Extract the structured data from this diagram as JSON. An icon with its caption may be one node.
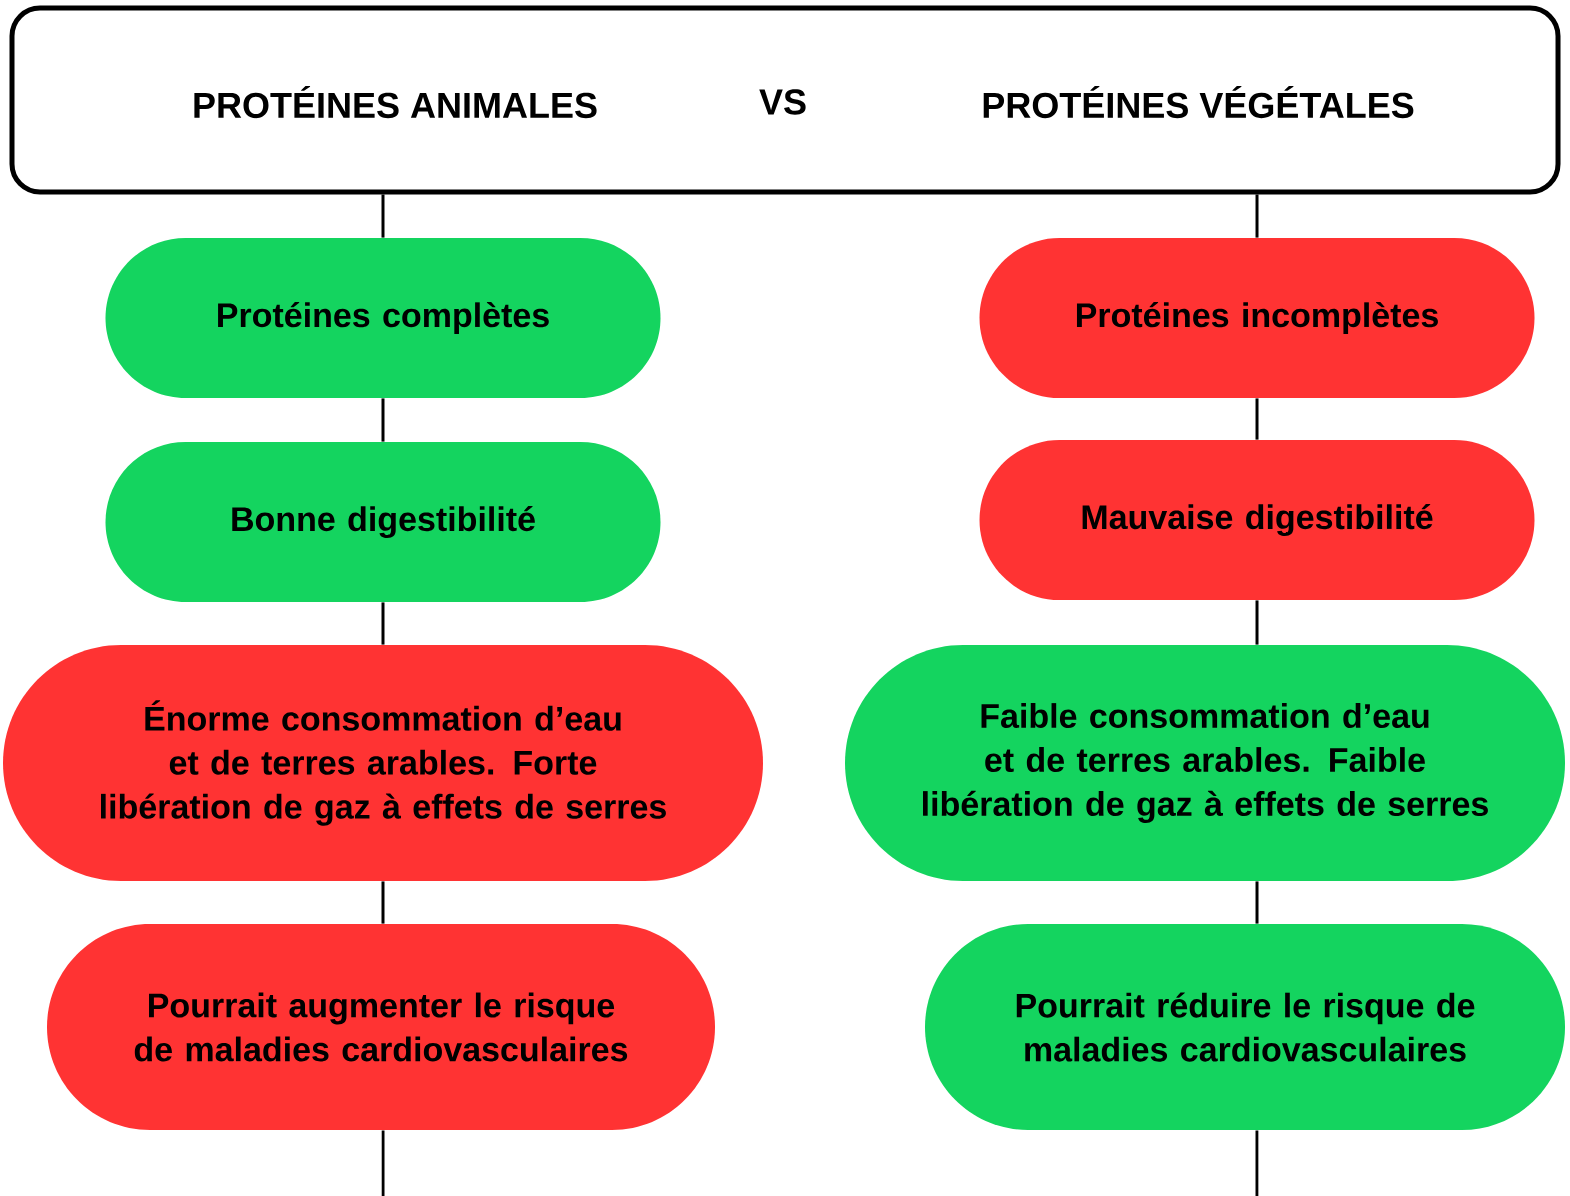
{
  "diagram": {
    "nodes": [
      {
        "text": [
          "PROTÉINES ANIMALES",
          "VS",
          "PROTÉINES VÉGÉTALES"
        ]
      },
      {
        "text": [
          "Protéines complètes"
        ]
      },
      {
        "text": [
          "Bonne digestibilité"
        ]
      },
      {
        "text": [
          "Énorme consommation d’eau et de terres arables. Forte libération de gaz à effets de serres"
        ]
      },
      {
        "text": [
          "Pourrait augmenter le risque de maladies cardiovasculaires"
        ]
      },
      {
        "text": [
          "Protéines incomplètes"
        ]
      },
      {
        "text": [
          "Mauvaise digestibilité"
        ]
      },
      {
        "text": [
          "Faible consommation d’eau et de terres arables. Faible libération de gaz à effets de serres"
        ]
      },
      {
        "text": [
          "Pourrait réduire le risque de maladies cardiovasculaires"
        ]
      }
    ],
    "edges": [
      {
        "from": 0,
        "to": 1,
        "arrow": "none"
      },
      {
        "from": 1,
        "to": 2,
        "arrow": "none"
      },
      {
        "from": 2,
        "to": 3,
        "arrow": "none"
      },
      {
        "from": 3,
        "to": 4,
        "arrow": "none"
      },
      {
        "from": 4,
        "to": null,
        "arrow": "none"
      },
      {
        "from": 0,
        "to": 5,
        "arrow": "none"
      },
      {
        "from": 5,
        "to": 6,
        "arrow": "none"
      },
      {
        "from": 6,
        "to": 7,
        "arrow": "none"
      },
      {
        "from": 7,
        "to": 8,
        "arrow": "none"
      },
      {
        "from": 8,
        "to": null,
        "arrow": "none"
      }
    ]
  }
}
